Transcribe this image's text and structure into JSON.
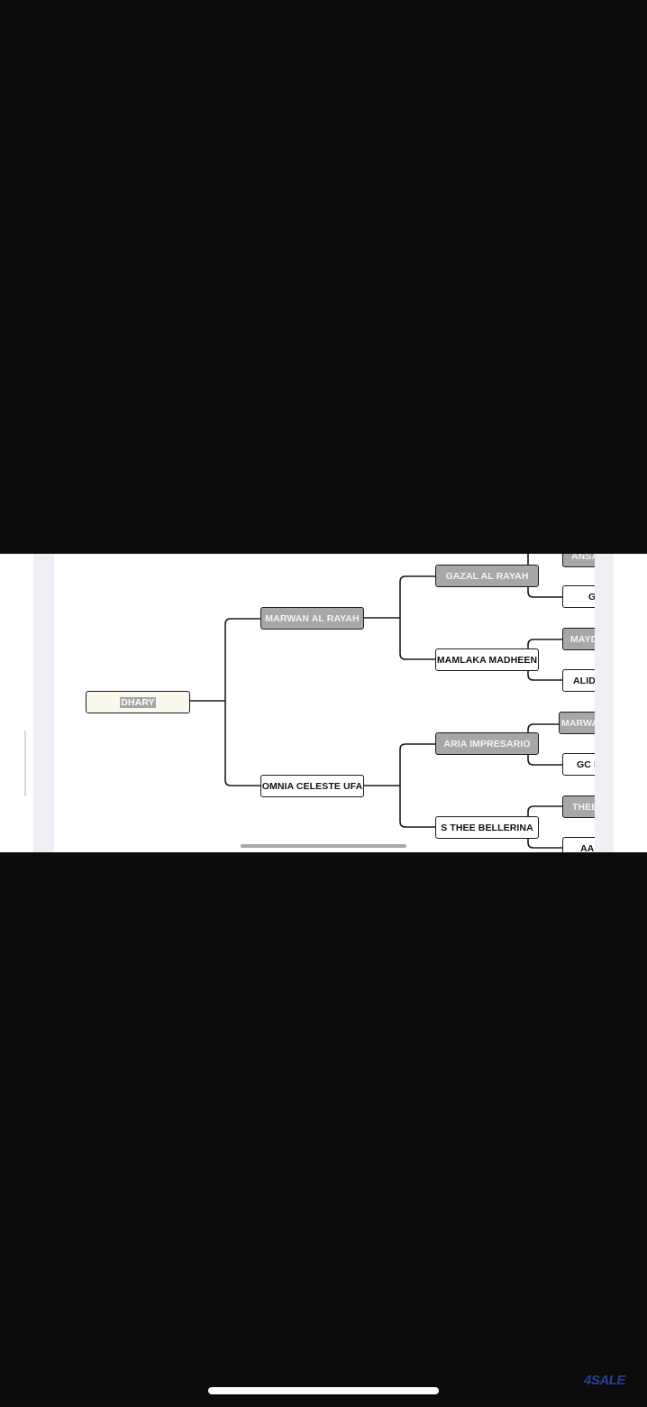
{
  "pedigree": {
    "root": {
      "name": "DHARY",
      "highlight": "grey"
    },
    "sire": {
      "name": "MARWAN AL RAYAH",
      "highlight": "grey"
    },
    "dam": {
      "name": "OMNIA CELESTE UFA",
      "highlight": "white"
    },
    "sire_sire": {
      "name": "GAZAL AL RAYAH",
      "highlight": "grey"
    },
    "sire_dam": {
      "name": "MAMLAKA MADHEEN",
      "highlight": "white"
    },
    "dam_sire": {
      "name": "ARIA IMPRESARIO",
      "highlight": "grey"
    },
    "dam_dam": {
      "name": "S THEE BELLERINA",
      "highlight": "white"
    },
    "great_grandparents": [
      {
        "name": "ANSATA",
        "highlight": "grey"
      },
      {
        "name": "GHAZ",
        "highlight": "white"
      },
      {
        "name": "MAYDAN-",
        "highlight": "grey"
      },
      {
        "name": "ALIDAH M",
        "highlight": "white"
      },
      {
        "name": "MARWAN AL",
        "highlight": "grey"
      },
      {
        "name": "GC ECHI",
        "highlight": "white"
      },
      {
        "name": "THEE DES",
        "highlight": "grey"
      },
      {
        "name": "AALUSI",
        "highlight": "white"
      }
    ]
  },
  "watermark": {
    "text": "4SALE",
    "color": "#2a3f9a"
  },
  "colors": {
    "background": "#0b0b0b",
    "viewer": "#ffffff",
    "gutter": "#eef0f6",
    "grey_node": "#a7a7a7",
    "root_node": "#fbf8ec",
    "line": "#1a1a1a"
  }
}
